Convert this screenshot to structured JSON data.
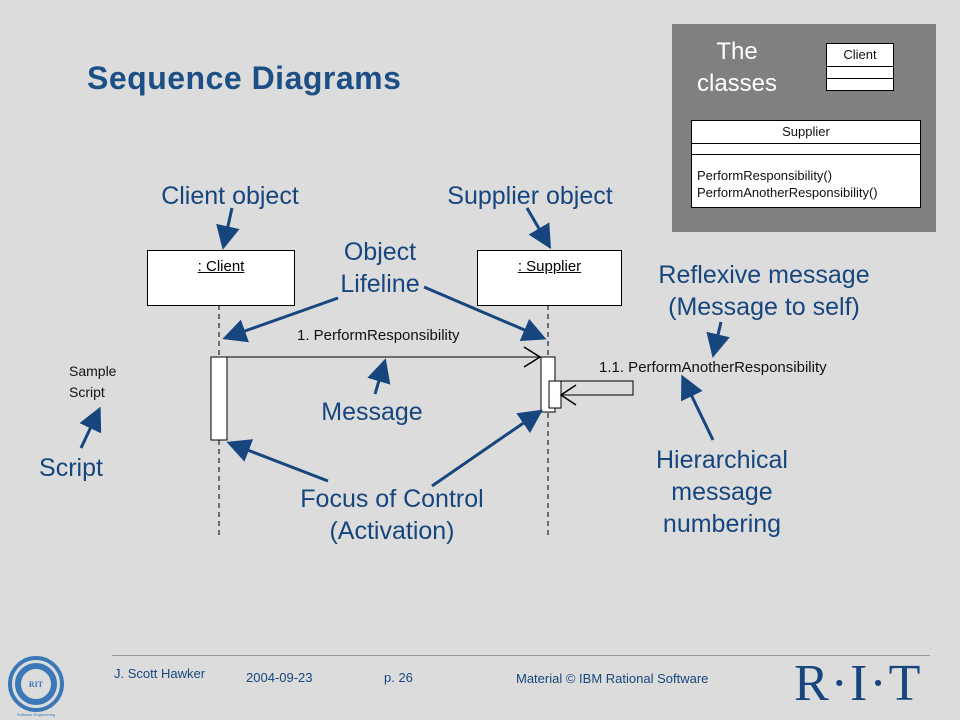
{
  "title": "Sequence Diagrams",
  "classes_panel": {
    "heading_line1": "The",
    "heading_line2": "classes",
    "client_class": "Client",
    "supplier_class": "Supplier",
    "operations": [
      "PerformResponsibility()",
      "PerformAnotherResponsibility()"
    ]
  },
  "objects": {
    "client": ": Client",
    "supplier": ": Supplier"
  },
  "labels": {
    "client_object": "Client object",
    "supplier_object": "Supplier object",
    "object_lifeline_1": "Object",
    "object_lifeline_2": "Lifeline",
    "reflexive_1": "Reflexive message",
    "reflexive_2": "(Message to self)",
    "message": "Message",
    "script": "Script",
    "focus_1": "Focus of Control",
    "focus_2": "(Activation)",
    "hierarchical_1": "Hierarchical",
    "hierarchical_2": "message",
    "hierarchical_3": "numbering"
  },
  "messages": {
    "m1": "1. PerformResponsibility",
    "m11": "1.1. PerformAnotherResponsibility"
  },
  "sample_script": {
    "line1": "Sample",
    "line2": "Script"
  },
  "footer": {
    "author": "J. Scott Hawker",
    "date": "2004-09-23",
    "page": "p. 26",
    "credit": "Material © IBM Rational Software",
    "logo_text": "R·I·T",
    "seal_text": "RIT Software Engineering"
  },
  "colors": {
    "background": "#dcdcdc",
    "accent": "#17467e",
    "panel": "#808080"
  }
}
